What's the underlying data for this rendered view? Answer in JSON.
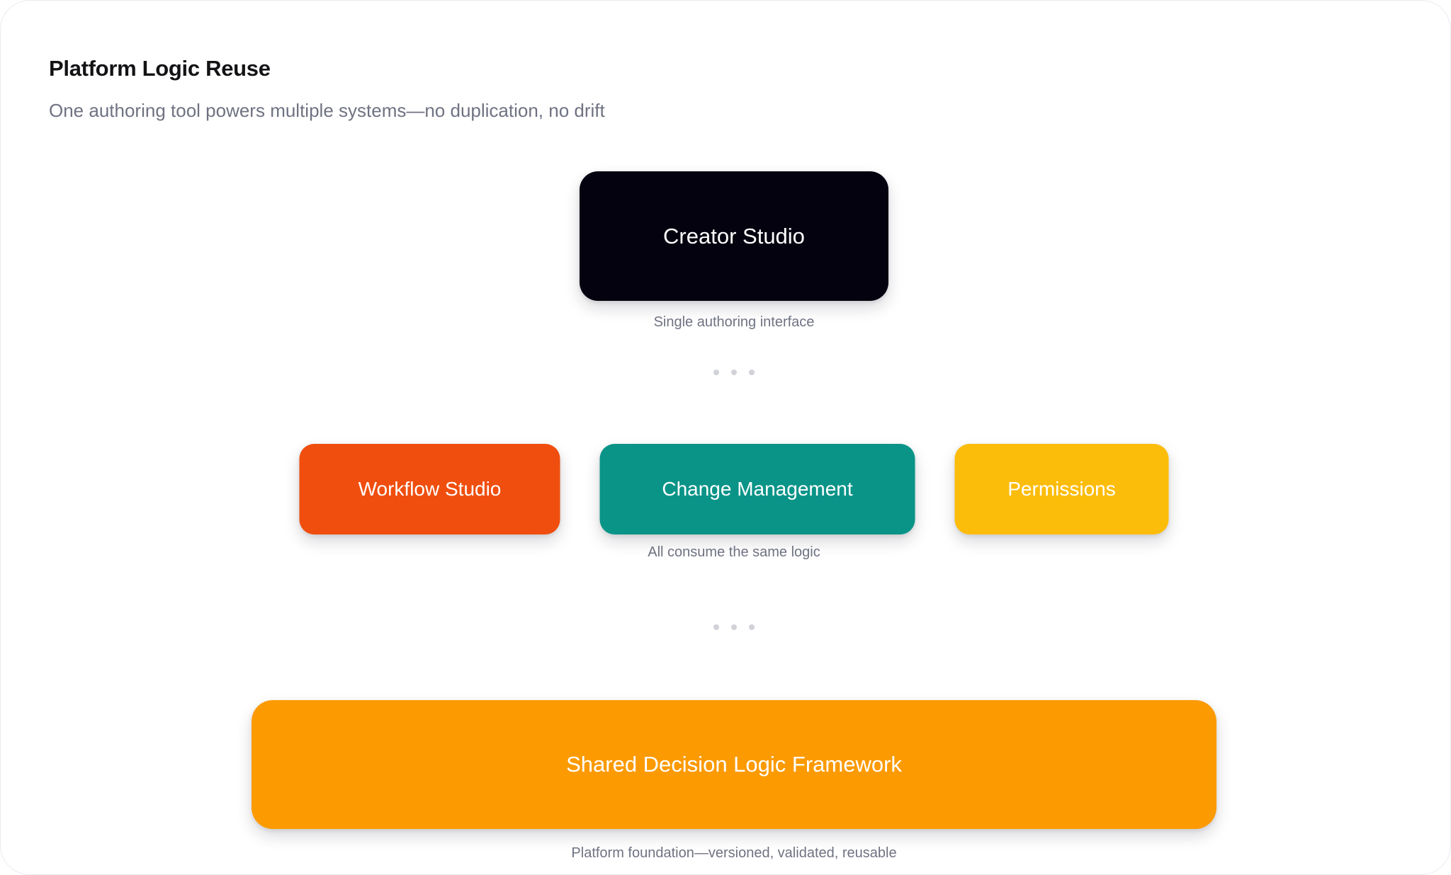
{
  "header": {
    "title": "Platform Logic Reuse",
    "subtitle": "One authoring tool powers multiple systems—no duplication, no drift"
  },
  "diagram": {
    "authoring_layer": {
      "box": {
        "label": "Creator Studio",
        "color": "#05020F"
      },
      "caption": "Single authoring interface"
    },
    "consumer_layer": {
      "boxes": [
        {
          "label": "Workflow Studio",
          "color": "#F04E0E"
        },
        {
          "label": "Change Management",
          "color": "#0A9488"
        },
        {
          "label": "Permissions",
          "color": "#FCBC0A"
        }
      ],
      "caption": "All consume the same logic"
    },
    "foundation_layer": {
      "box": {
        "label": "Shared Decision Logic Framework",
        "color": "#FC9A02"
      },
      "caption": "Platform foundation—versioned, validated, reusable"
    },
    "connector": {
      "style": "three-dots",
      "dot_color": "#D1D2D8",
      "dots_per_connector": 3
    },
    "colors": {
      "title_text": "#131316",
      "caption_text": "#6F7281",
      "node_text": "#FFFFFF",
      "page_background": "#FFFFFF"
    }
  }
}
